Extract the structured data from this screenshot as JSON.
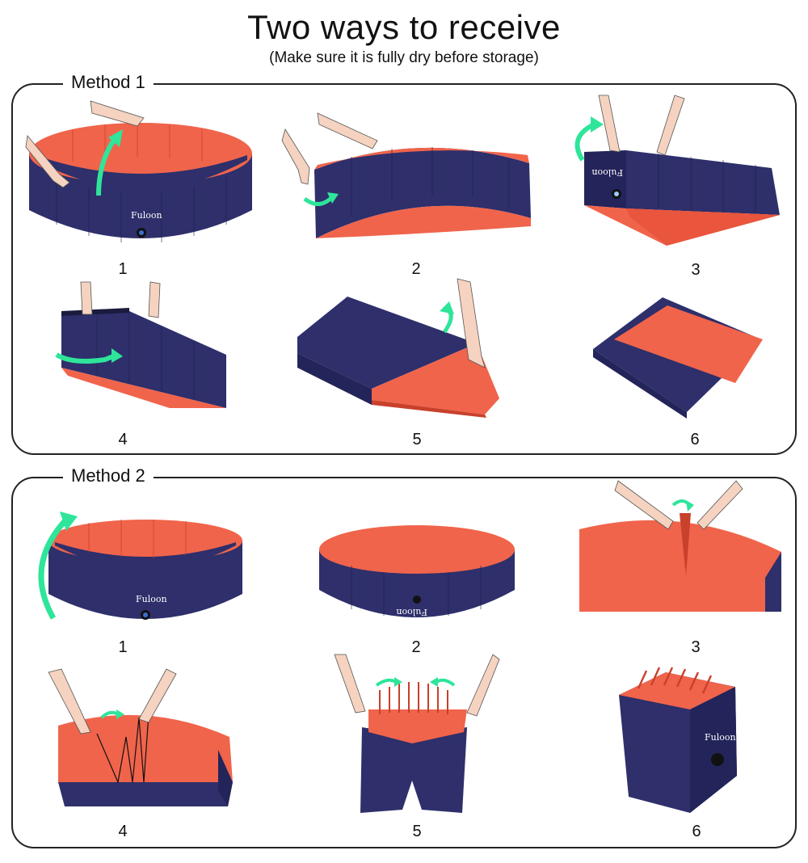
{
  "header": {
    "title": "Two ways to receive",
    "subtitle": "(Make sure it is fully dry before storage)"
  },
  "colors": {
    "navy": "#2e2f6b",
    "navy_dark": "#23245a",
    "coral": "#f0644b",
    "arrow_green": "#2ee59a",
    "skin": "#f5d3c0"
  },
  "brand": {
    "name": "Fuloon"
  },
  "methods": [
    {
      "label": "Method 1",
      "steps": [
        {
          "number": "1"
        },
        {
          "number": "2"
        },
        {
          "number": "3"
        },
        {
          "number": "4"
        },
        {
          "number": "5"
        },
        {
          "number": "6"
        }
      ]
    },
    {
      "label": "Method 2",
      "steps": [
        {
          "number": "1"
        },
        {
          "number": "2"
        },
        {
          "number": "3"
        },
        {
          "number": "4"
        },
        {
          "number": "5"
        },
        {
          "number": "6"
        }
      ]
    }
  ]
}
